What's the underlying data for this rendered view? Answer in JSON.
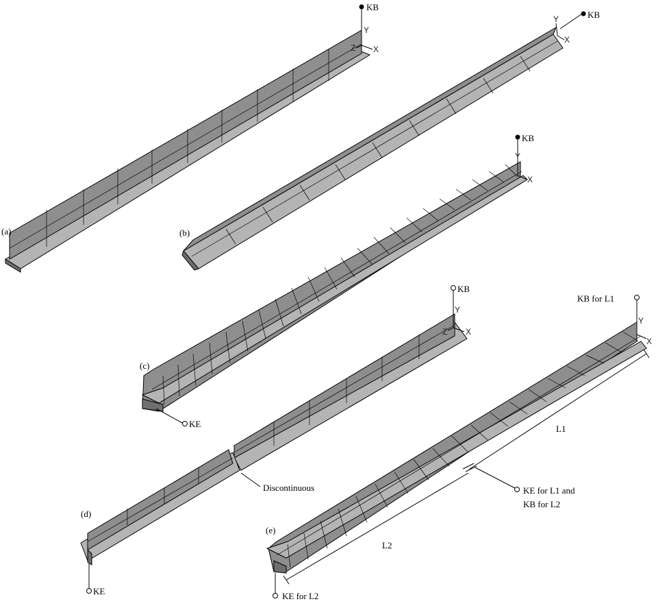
{
  "labels": {
    "a": "(a)",
    "b": "(b)",
    "c": "(c)",
    "d": "(d)",
    "e": "(e)"
  },
  "keypoints": {
    "kb": "KB",
    "ke": "KE",
    "kb_l1": "KB for L1",
    "ke_l1_line1": "KE for L1 and",
    "ke_l1_line2": "KB for L2",
    "ke_l2": "KE for L2"
  },
  "axes": {
    "x": "X",
    "y": "Y",
    "z": "Z"
  },
  "annotations": {
    "discontinuous": "Discontinuous",
    "l1": "L1",
    "l2": "L2"
  }
}
